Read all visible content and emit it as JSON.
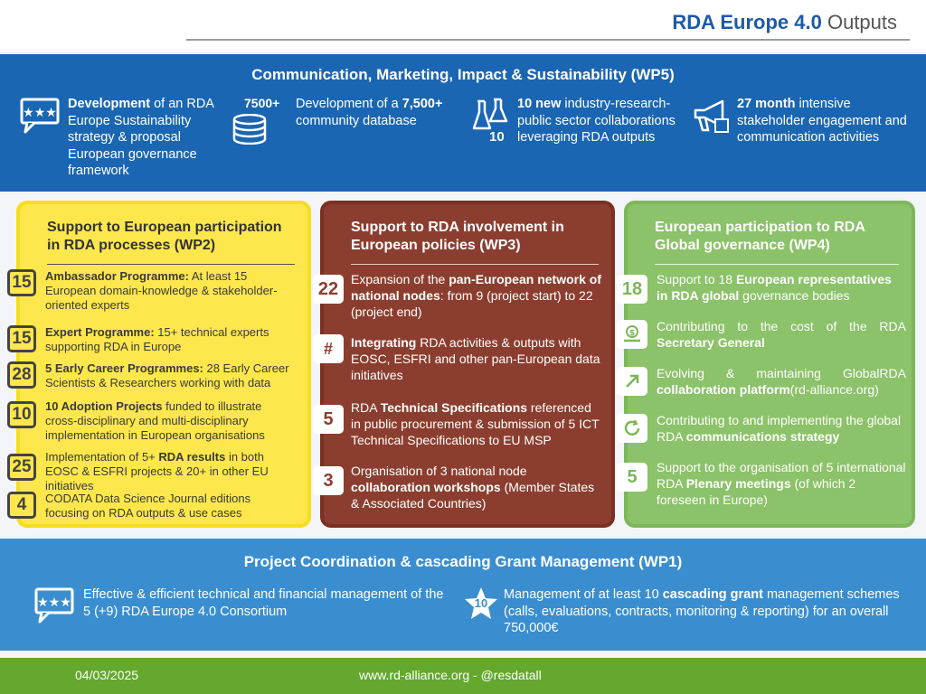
{
  "header": {
    "title_brand": "RDA Europe 4.0",
    "title_rest": " Outputs"
  },
  "wp5": {
    "title": "Communication, Marketing, Impact & Sustainability (WP5)",
    "items": [
      {
        "icon": "speech-bubble-icon",
        "bold": "Development",
        "text": " of an RDA Europe Sustainability strategy & proposal European governance framework"
      },
      {
        "icon": "database-icon",
        "badge": "7500+",
        "pre": "Development of a ",
        "bold": "7,500+",
        "text": " community database"
      },
      {
        "icon": "lab-flask-icon",
        "badge": "10",
        "bold": "10 new",
        "text": " industry-research-public sector collaborations leveraging RDA outputs"
      },
      {
        "icon": "megaphone-icon",
        "bold": "27 month",
        "text": " intensive stakeholder engagement and communication activities"
      }
    ]
  },
  "wp2": {
    "title": "Support to European participation in RDA processes (WP2)",
    "rows": [
      {
        "num": "15",
        "bold": "Ambassador Programme:",
        "text": " At least 15 European domain-knowledge & stakeholder-oriented experts"
      },
      {
        "num": "15",
        "bold": "Expert Programme:",
        "text": " 15+ technical experts supporting RDA in Europe"
      },
      {
        "num": "28",
        "bold": "5 Early Career Programmes:",
        "text": " 28 Early Career Scientists & Researchers working with data"
      },
      {
        "num": "10",
        "bold": "10 Adoption Projects",
        "text": " funded to illustrate cross-disciplinary and multi-disciplinary implementation in European organisations"
      },
      {
        "num": "25",
        "pre": "Implementation of 5+ ",
        "bold": "RDA results",
        "text": " in both EOSC & ESFRI projects & 20+ in other EU initiatives"
      },
      {
        "num": "4",
        "text": "CODATA Data Science Journal editions focusing on RDA outputs & use cases"
      }
    ]
  },
  "wp3": {
    "title": "Support to RDA involvement in European policies (WP3)",
    "rows": [
      {
        "num": "22",
        "pre": "Expansion of the ",
        "bold": "pan-European network of national nodes",
        "text": ": from 9 (project start) to 22 (project end)"
      },
      {
        "num": "#",
        "icon": "hashtag-icon",
        "bold": "Integrating",
        "text": " RDA activities & outputs with EOSC, ESFRI and other pan-European data initiatives"
      },
      {
        "num": "5",
        "pre": "RDA ",
        "bold": "Technical Specifications",
        "text": " referenced in public procurement & submission of 5 ICT Technical Specifications to EU MSP"
      },
      {
        "num": "3",
        "pre": "Organisation of 3 national node ",
        "bold": "collaboration workshops",
        "text": " (Member States & Associated Countries)"
      }
    ]
  },
  "wp4": {
    "title": "European participation to RDA Global governance (WP4)",
    "rows": [
      {
        "num": "18",
        "pre": "Support to 18 ",
        "bold": "European representatives in RDA global",
        "text": " governance bodies"
      },
      {
        "icon": "money-hand-icon",
        "pre": "Contributing to the cost of the RDA ",
        "bold": "Secretary General",
        "text": ""
      },
      {
        "icon": "arrow-up-right-icon",
        "pre": "Evolving & maintaining GlobalRDA ",
        "bold": "collaboration platform",
        "text": "(rd-alliance.org)"
      },
      {
        "icon": "refresh-icon",
        "pre": "Contributing to and implementing the global RDA ",
        "bold": "communications strategy",
        "text": ""
      },
      {
        "num": "5",
        "pre": "Support to the organisation of 5 international RDA ",
        "bold": "Plenary meetings",
        "text": " (of which 2 foreseen in Europe)"
      }
    ]
  },
  "wp1": {
    "title": "Project Coordination & cascading Grant Management (WP1)",
    "items": [
      {
        "icon": "speech-bubble-icon",
        "text": "Effective & efficient technical and financial management of the 5 (+9) RDA Europe 4.0 Consortium"
      },
      {
        "icon": "star-badge-icon",
        "badge": "10",
        "pre": "Management of at least 10 ",
        "bold": "cascading grant",
        "text": " management schemes (calls, evaluations, contracts, monitoring & reporting) for an overall 750,000€"
      }
    ]
  },
  "footer": {
    "date": "04/03/2025",
    "url": "www.rd-alliance.org - @resdatall"
  }
}
